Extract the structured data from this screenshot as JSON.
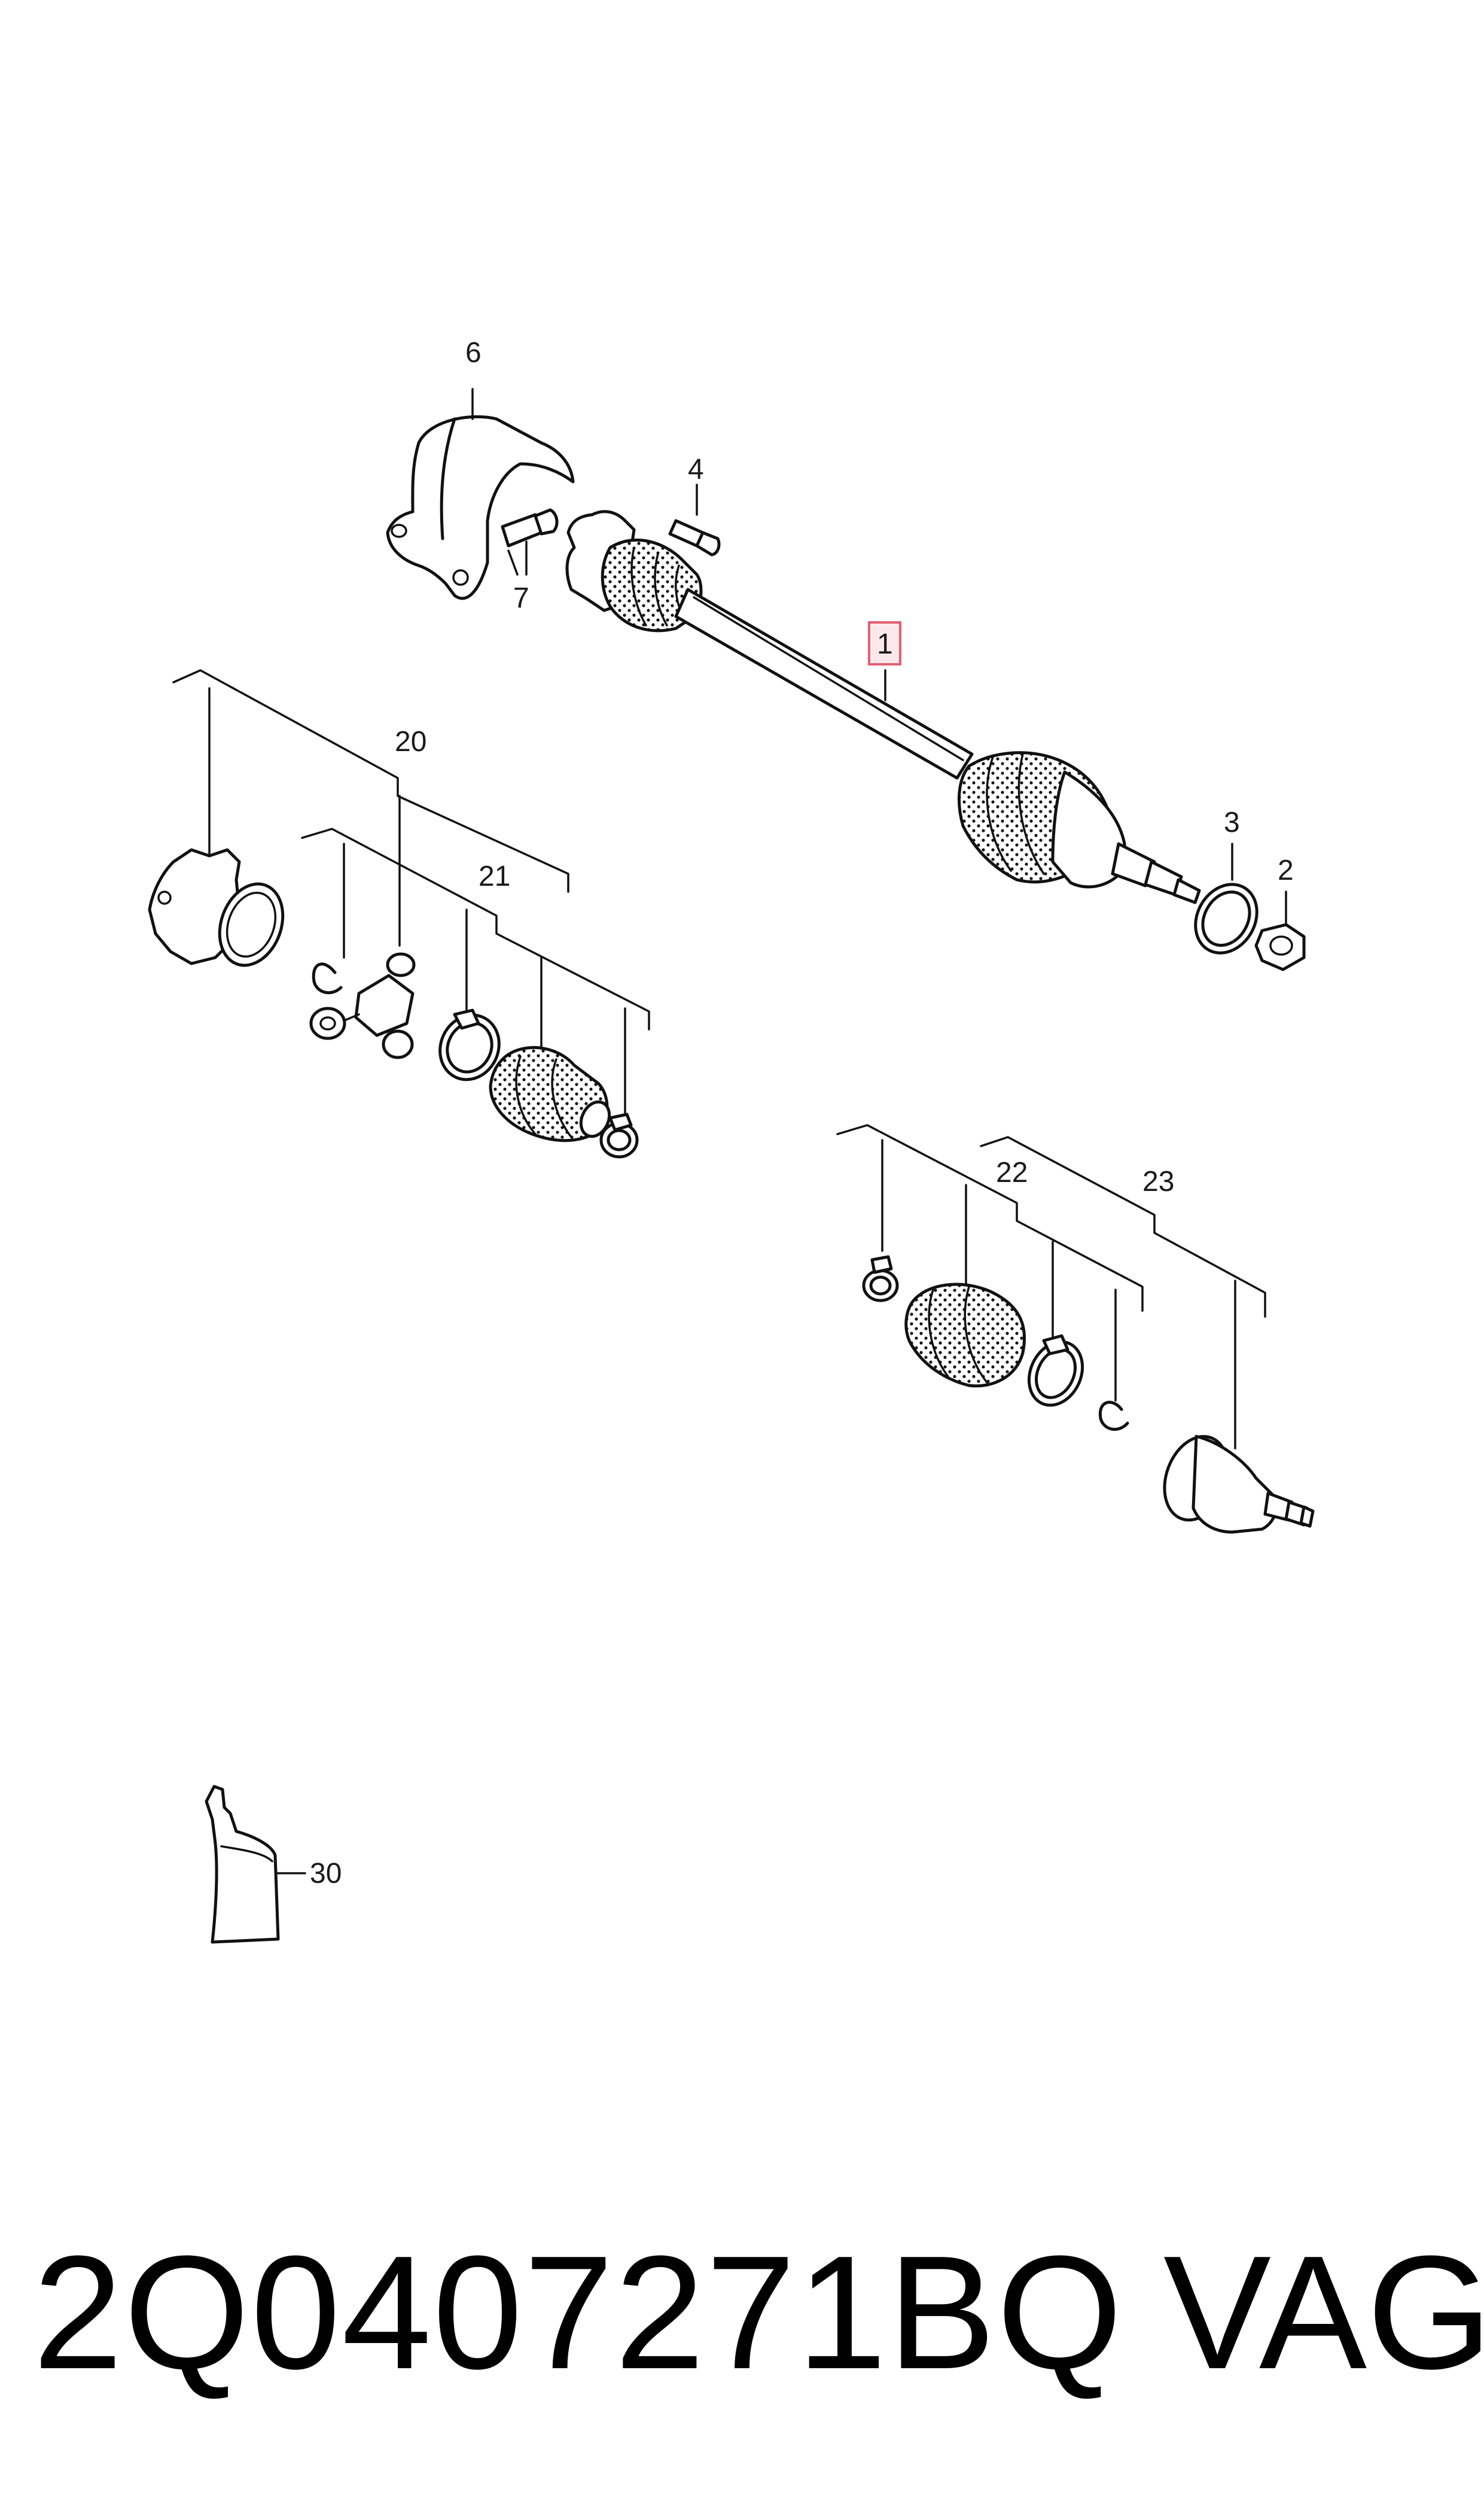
{
  "callouts": {
    "c1": "1",
    "c2": "2",
    "c3": "3",
    "c4": "4",
    "c6": "6",
    "c7": "7",
    "c20": "20",
    "c21": "21",
    "c22": "22",
    "c23": "23",
    "c30": "30"
  },
  "highlight_color": "#e06070",
  "footer": {
    "part_number": "2Q0407271BQ",
    "brand": "VAG"
  }
}
